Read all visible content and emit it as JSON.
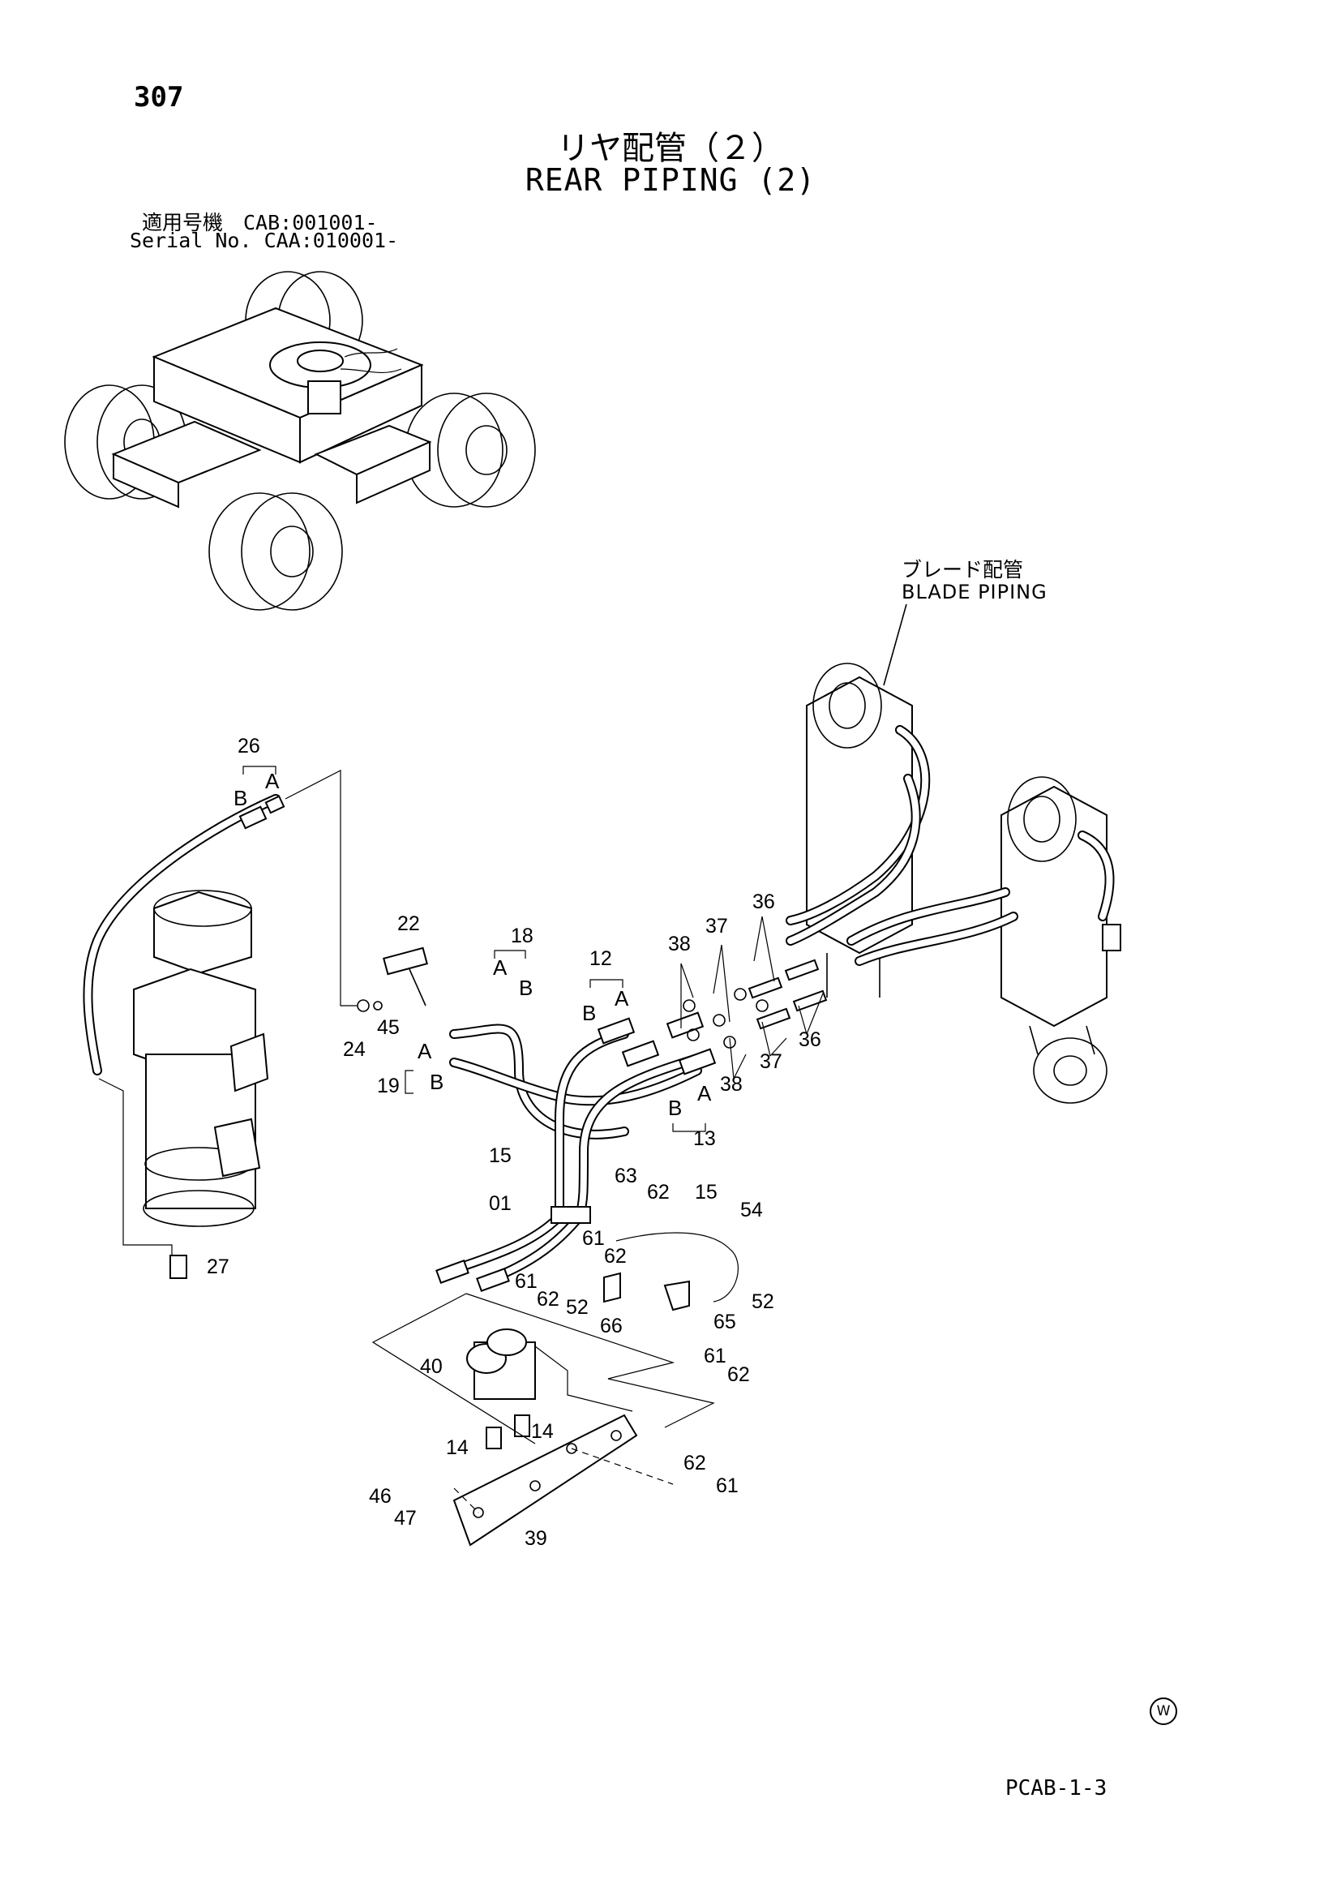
{
  "header": {
    "page_number": "307",
    "title_jp": "リヤ配管（２）",
    "title_en": "REAR PIPING (2)",
    "serial_jp": "適用号機　CAB:001001-",
    "serial_en": "Serial No. CAA:010001-"
  },
  "callout": {
    "blade_jp": "ブレード配管",
    "blade_en": "BLADE PIPING"
  },
  "footer": {
    "mark": "W",
    "page_code": "PCAB-1-3"
  },
  "part_labels": [
    "26",
    "27",
    "22",
    "18",
    "12",
    "38",
    "37",
    "36",
    "24",
    "45",
    "19",
    "13",
    "15",
    "01",
    "63",
    "62",
    "61",
    "54",
    "52",
    "65",
    "66",
    "40",
    "14",
    "46",
    "47",
    "39"
  ],
  "hose_end_labels": [
    "A",
    "B"
  ]
}
